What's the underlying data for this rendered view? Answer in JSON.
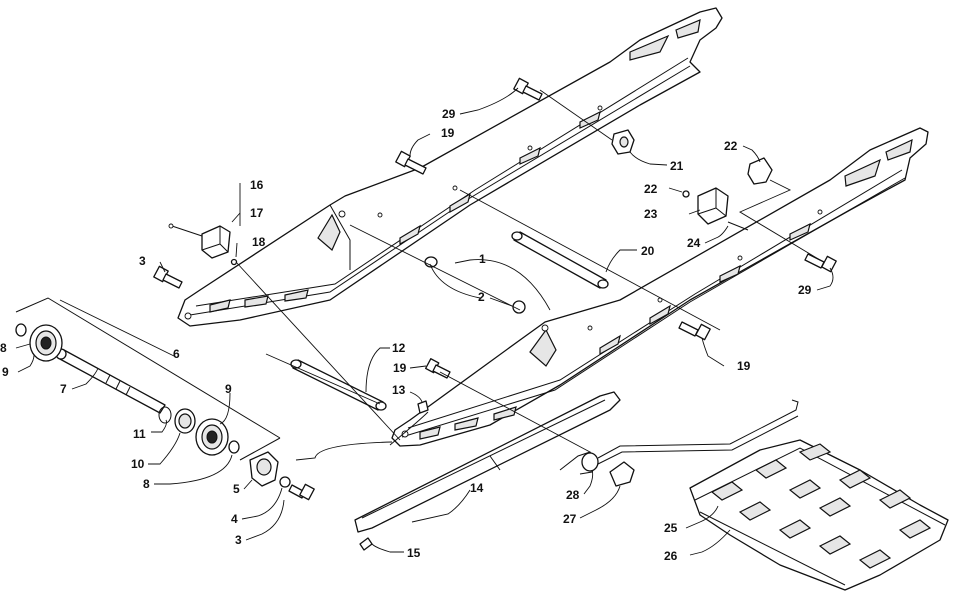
{
  "callouts": [
    {
      "id": "c1",
      "label": "1"
    },
    {
      "id": "c2",
      "label": "2"
    },
    {
      "id": "c3a",
      "label": "3"
    },
    {
      "id": "c3b",
      "label": "3"
    },
    {
      "id": "c4",
      "label": "4"
    },
    {
      "id": "c5",
      "label": "5"
    },
    {
      "id": "c6",
      "label": "6"
    },
    {
      "id": "c7",
      "label": "7"
    },
    {
      "id": "c8a",
      "label": "8"
    },
    {
      "id": "c8b",
      "label": "8"
    },
    {
      "id": "c9a",
      "label": "9"
    },
    {
      "id": "c9b",
      "label": "9"
    },
    {
      "id": "c10",
      "label": "10"
    },
    {
      "id": "c11",
      "label": "11"
    },
    {
      "id": "c12",
      "label": "12"
    },
    {
      "id": "c13",
      "label": "13"
    },
    {
      "id": "c14",
      "label": "14"
    },
    {
      "id": "c15",
      "label": "15"
    },
    {
      "id": "c16",
      "label": "16"
    },
    {
      "id": "c17",
      "label": "17"
    },
    {
      "id": "c18",
      "label": "18"
    },
    {
      "id": "c19a",
      "label": "19"
    },
    {
      "id": "c19b",
      "label": "19"
    },
    {
      "id": "c19c",
      "label": "19"
    },
    {
      "id": "c20",
      "label": "20"
    },
    {
      "id": "c21",
      "label": "21"
    },
    {
      "id": "c22a",
      "label": "22"
    },
    {
      "id": "c22b",
      "label": "22"
    },
    {
      "id": "c23",
      "label": "23"
    },
    {
      "id": "c24",
      "label": "24"
    },
    {
      "id": "c25",
      "label": "25"
    },
    {
      "id": "c26",
      "label": "26"
    },
    {
      "id": "c27",
      "label": "27"
    },
    {
      "id": "c28",
      "label": "28"
    },
    {
      "id": "c29a",
      "label": "29"
    },
    {
      "id": "c29b",
      "label": "29"
    }
  ]
}
